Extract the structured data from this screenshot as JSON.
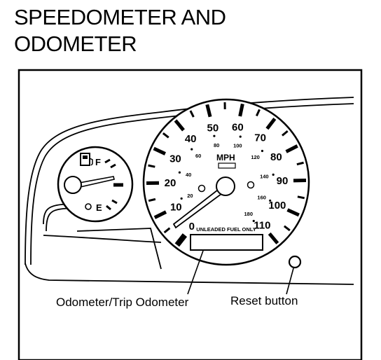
{
  "title": {
    "line1": "SPEEDOMETER AND",
    "line2": "ODOMETER"
  },
  "speedometer": {
    "unit_label": "MPH",
    "notice": "UNLEADED FUEL ONLY",
    "mph_labels": [
      "0",
      "10",
      "20",
      "30",
      "40",
      "50",
      "60",
      "70",
      "80",
      "90",
      "100",
      "110"
    ],
    "kmh_labels": [
      "20",
      "40",
      "60",
      "80",
      "100",
      "120",
      "140",
      "160",
      "180"
    ]
  },
  "fuel_gauge": {
    "full_label": "F",
    "empty_label": "E",
    "icon": "fuel-pump-icon",
    "low_fuel_light": "warning-light-icon"
  },
  "callouts": {
    "odometer": "Odometer/Trip Odometer",
    "reset": "Reset button"
  },
  "colors": {
    "ink": "#000000",
    "paper": "#ffffff"
  }
}
